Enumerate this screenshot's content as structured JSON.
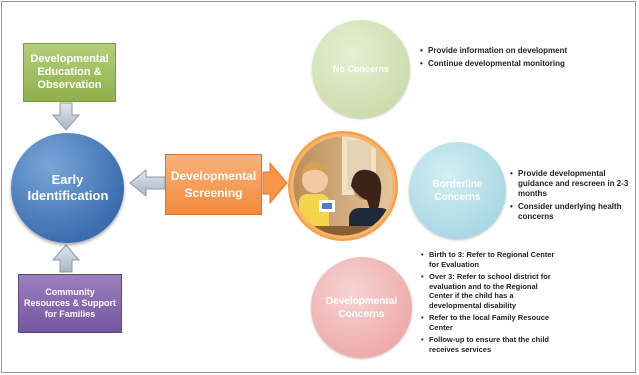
{
  "boxes": {
    "education": "Developmental Education & Observation",
    "community": "Community Resources & Support for Families",
    "screening": "Developmental Screening"
  },
  "circles": {
    "early_identification": "Early Identification",
    "no_concerns": "No Concerns",
    "borderline": "Borderline Concerns",
    "developmental": "Developmental Concerns"
  },
  "notes": {
    "no_concerns": [
      "Provide information on development",
      "Continue developmental monitoring"
    ],
    "borderline": [
      "Provide developmental guidance and rescreen in 2-3 months",
      "Consider underlying health concerns"
    ],
    "developmental": [
      "Birth to 3: Refer to Regional Center for Evaluation",
      "Over 3: Refer to school district for evaluation and to the Regional Center if the child has a developmental disability",
      "Refer to the local Family Resouce Center",
      "Follow-up to ensure that the child receives services"
    ]
  },
  "colors": {
    "green": "#9bbb59",
    "blue": "#4f81bd",
    "purple": "#8064a2",
    "orange": "#f79646",
    "light_green": "#d7e4bd",
    "light_blue": "#b7dee8",
    "pink": "#f2b8b8",
    "arrow": "#c5d0dc"
  }
}
